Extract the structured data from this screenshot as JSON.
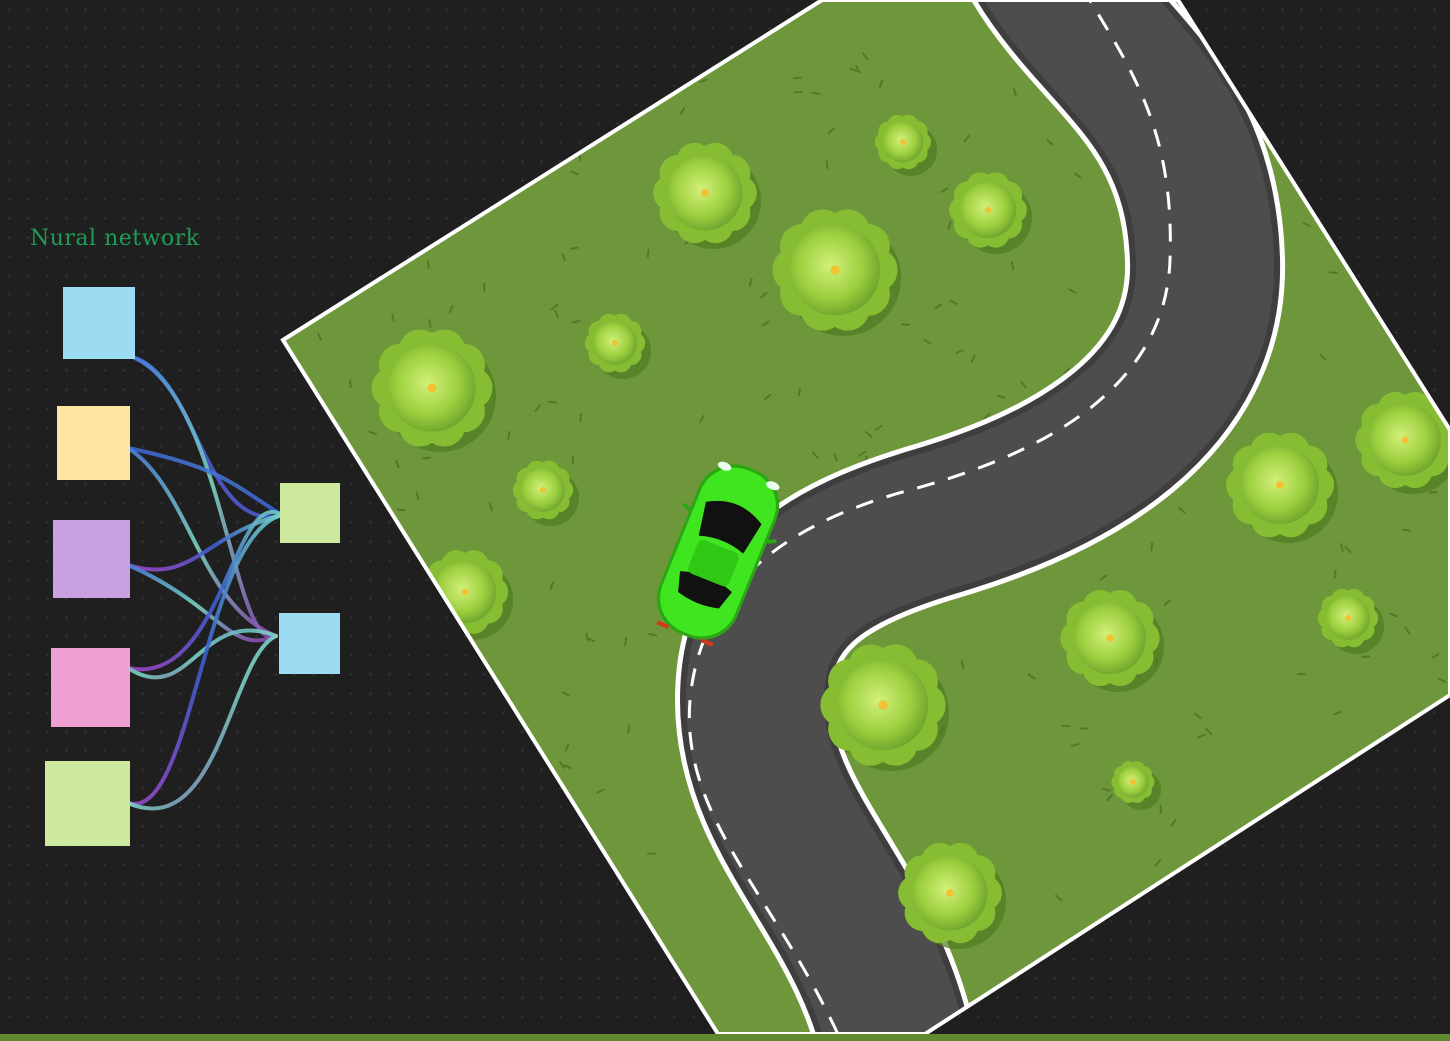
{
  "title": "Nural network",
  "colors": {
    "background": "#1f1f1f",
    "title": "#1f9d57",
    "grass": "#6e963a",
    "road": "#4a4a4a",
    "road_edge": "#ffffff",
    "car": "#39e61c"
  },
  "network": {
    "input_nodes": [
      {
        "id": "input-1",
        "color": "#9bdcf3"
      },
      {
        "id": "input-2",
        "color": "#ffe4a3"
      },
      {
        "id": "input-3",
        "color": "#c9a1e0"
      },
      {
        "id": "input-4",
        "color": "#ef9fd1"
      },
      {
        "id": "input-5",
        "color": "#cce99e"
      }
    ],
    "output_nodes": [
      {
        "id": "output-1",
        "color": "#cce99e"
      },
      {
        "id": "output-2",
        "color": "#9bdcf3"
      }
    ]
  }
}
